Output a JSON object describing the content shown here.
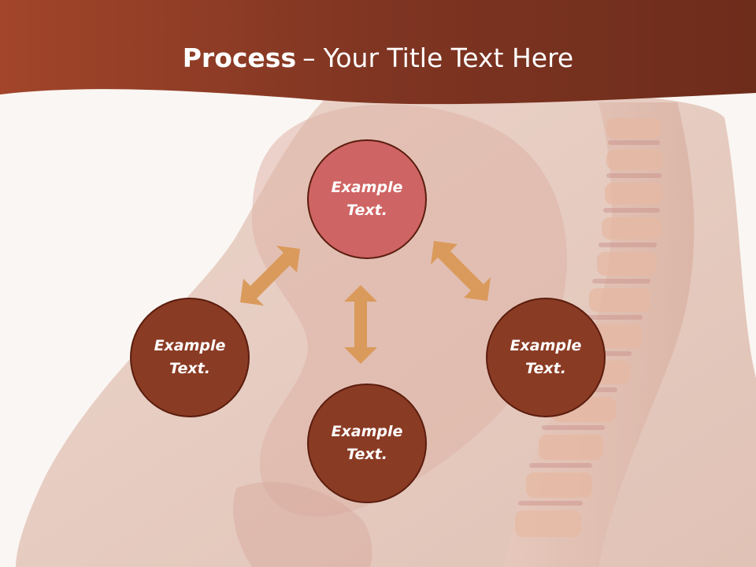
{
  "slide": {
    "title_bold": "Process",
    "title_separator": "–",
    "title_rest": "Your Title Text Here"
  },
  "nodes": [
    {
      "id": "top",
      "label": "Example\nText."
    },
    {
      "id": "left",
      "label": "Example\nText."
    },
    {
      "id": "right",
      "label": "Example\nText."
    },
    {
      "id": "bottom",
      "label": "Example\nText."
    }
  ],
  "colors": {
    "header": "#8a3b24",
    "node_highlight": "#cf6464",
    "node_default": "#8a3b24",
    "arrow": "#d99a5b"
  }
}
